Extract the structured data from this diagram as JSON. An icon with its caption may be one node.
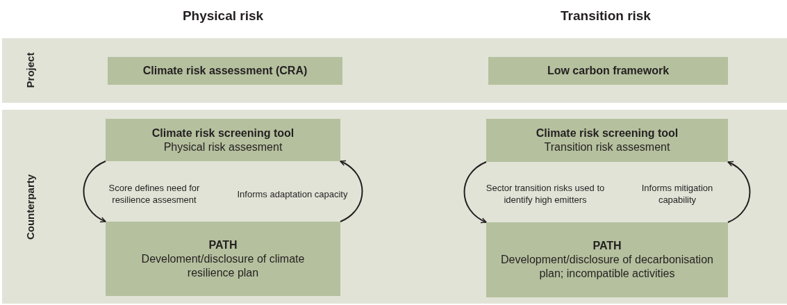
{
  "diagram": {
    "nodes": [
      {
        "text": [
          "Project"
        ]
      },
      {
        "text": [
          "Climate risk assessment (CRA)"
        ],
        "in": 0
      },
      {
        "text": [
          "Low carbon framework"
        ],
        "in": 0
      },
      {
        "text": [
          "Counterparty"
        ]
      },
      {
        "text": [
          "Climate risk screening tool",
          "Physical risk assesment"
        ],
        "in": 3
      },
      {
        "text": [
          "PATH",
          "Develoment/disclosure of climate resilience plan"
        ],
        "in": 3
      },
      {
        "text": [
          "Climate risk screening tool",
          "Transition risk assesment"
        ],
        "in": 3
      },
      {
        "text": [
          "PATH",
          "Development/disclosure of decarbonisation plan; incompatible activities"
        ],
        "in": 3
      }
    ],
    "edges": [
      {
        "from": 4,
        "to": 5,
        "arrow": "to",
        "label": "Score defines need for resilience assesment"
      },
      {
        "from": 5,
        "to": 4,
        "arrow": "to",
        "label": "Informs adaptation capacity"
      },
      {
        "from": 6,
        "to": 7,
        "arrow": "to",
        "label": "Sector transition risks used to identify high emitters"
      },
      {
        "from": 7,
        "to": 6,
        "arrow": "to",
        "label": "Informs mitigation capability"
      }
    ],
    "labels": [
      "Physical risk",
      "Transition risk"
    ]
  }
}
